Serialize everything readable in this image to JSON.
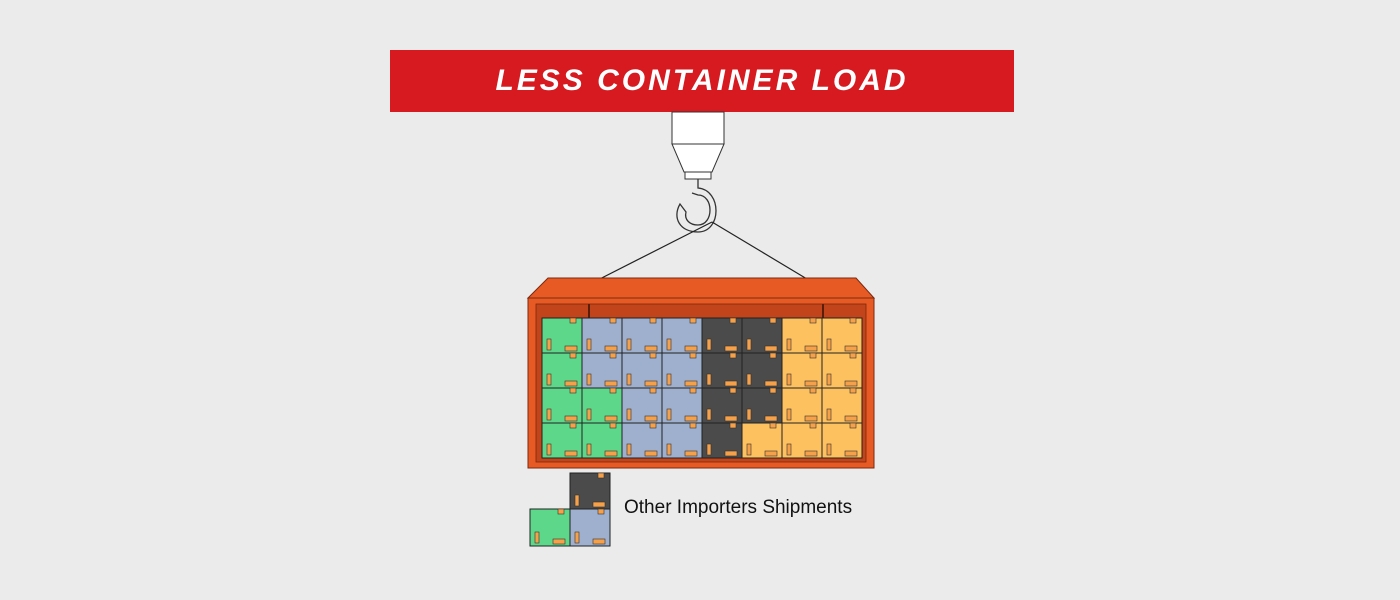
{
  "title": "LESS CONTAINER LOAD",
  "legend": {
    "label": "Other Importers Shipments"
  },
  "colors": {
    "background": "#ebebeb",
    "banner": "#d71920",
    "container": "#e85a24",
    "container_dark": "#c2441b",
    "label_tag": "#f6a04a",
    "green": "#5dd88a",
    "blue": "#9fb0cf",
    "dark": "#4b4b4b",
    "orange": "#fdc15f"
  },
  "cargo_grid": [
    [
      "green",
      "blue",
      "blue",
      "blue",
      "dark",
      "dark",
      "orange",
      "orange"
    ],
    [
      "green",
      "blue",
      "blue",
      "blue",
      "dark",
      "dark",
      "orange",
      "orange"
    ],
    [
      "green",
      "green",
      "blue",
      "blue",
      "dark",
      "dark",
      "orange",
      "orange"
    ],
    [
      "green",
      "green",
      "blue",
      "blue",
      "dark",
      "orange",
      "orange",
      "orange"
    ]
  ],
  "legend_boxes": [
    "dark",
    "green",
    "blue"
  ]
}
